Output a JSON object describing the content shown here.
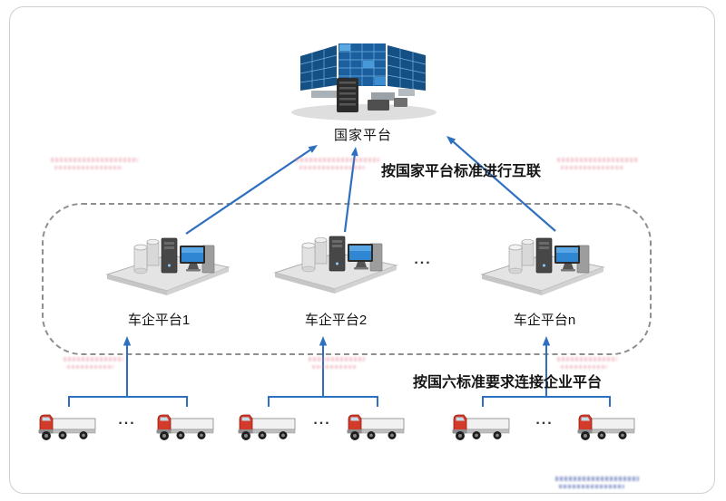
{
  "diagram": {
    "national_platform_label": "国家平台",
    "interconnect_label": "按国家平台标准进行互联",
    "connect_label": "按国六标准要求连接企业平台",
    "platforms": [
      {
        "label": "车企平台1"
      },
      {
        "label": "车企平台2"
      },
      {
        "label": "车企平台n"
      }
    ],
    "platforms_ellipsis": "...",
    "truck_groups": [
      {
        "separator": "..."
      },
      {
        "separator": "..."
      },
      {
        "separator": "..."
      }
    ],
    "icons": {
      "national": "control-room-with-video-wall",
      "enterprise": "server-and-workstation",
      "vehicle": "flatbed-truck"
    },
    "colors": {
      "arrow_blue": "#2f6fc0",
      "dashed_border": "#8f8f8f",
      "screen_blue": "#1c5f9e",
      "truck_red": "#d23a2a"
    }
  }
}
